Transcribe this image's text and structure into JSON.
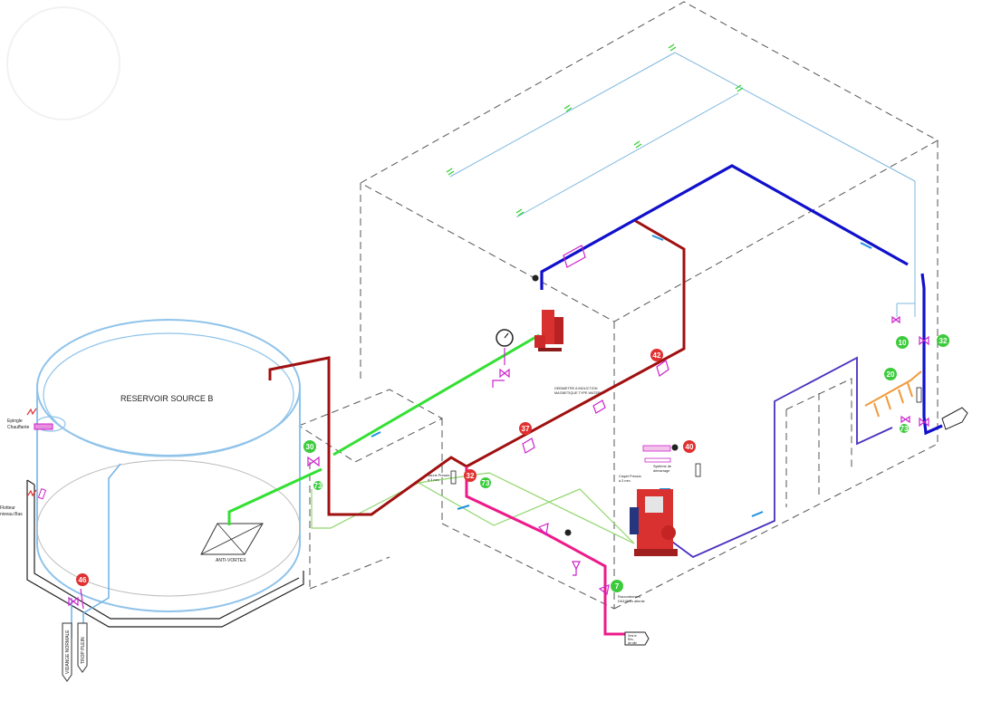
{
  "labels": {
    "reservoir": "RESERVOIR SOURCE B",
    "anti_vortex": "ANTI-VORTEX",
    "epingle": [
      "Epingle",
      "Chauffante"
    ],
    "flotteur": [
      "Flotteur",
      "niveau Bas"
    ],
    "detector": [
      "DEBIMETRE A INDUCTION",
      "MAGNETIQUE TYPE WATER"
    ],
    "vanne": [
      "Vanne Pressio",
      "à 3 mm"
    ],
    "clapet": [
      "Clapet Pressio",
      "à 3 mm"
    ],
    "systeme": [
      "Système de",
      "démarrage"
    ],
    "raccordement": [
      "Raccordement",
      "DN100 en attente"
    ],
    "vers_reseau": [
      "Vers le",
      "Rés.",
      "de ville"
    ],
    "tag_left_1": "VIDANGE NORMALE",
    "tag_left_2": "TROP PLEIN"
  },
  "badges": [
    {
      "id": "b30",
      "text": "30",
      "color": "#3ccb3c"
    },
    {
      "id": "b73a",
      "text": "73",
      "color": "#3ccb3c"
    },
    {
      "id": "b46",
      "text": "46",
      "color": "#e03030"
    },
    {
      "id": "b32a",
      "text": "32",
      "color": "#e03030"
    },
    {
      "id": "b73b",
      "text": "73",
      "color": "#3ccb3c"
    },
    {
      "id": "b37",
      "text": "37",
      "color": "#e03030"
    },
    {
      "id": "b42",
      "text": "42",
      "color": "#e03030"
    },
    {
      "id": "b7",
      "text": "7",
      "color": "#3ccb3c"
    },
    {
      "id": "b40",
      "text": "40",
      "color": "#e03030"
    },
    {
      "id": "b10",
      "text": "10",
      "color": "#3ccb3c"
    },
    {
      "id": "b32b",
      "text": "32",
      "color": "#3ccb3c"
    },
    {
      "id": "b20",
      "text": "20",
      "color": "#3ccb3c"
    },
    {
      "id": "b73c",
      "text": "73",
      "color": "#3ccb3c"
    }
  ],
  "colors": {
    "suction_pipe": "#33e033",
    "suction_thin": "#8fd66b",
    "main_red": "#a01010",
    "discharge_pink": "#ee1a8a",
    "blue_pipe": "#1010cc",
    "violet_pipe": "#4b2fbf",
    "test_orange": "#f09a3a",
    "tank": "#8fc3ea",
    "valve_magenta": "#cc22cc"
  }
}
